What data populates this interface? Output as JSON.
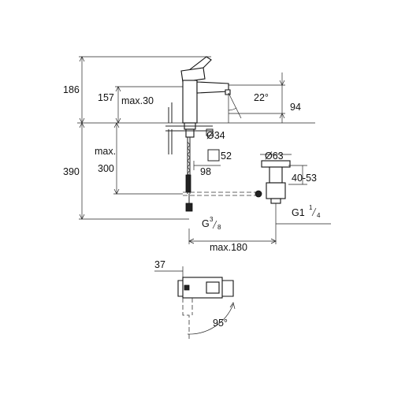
{
  "dimensions": {
    "total_height": "186",
    "spout_height": "157",
    "max_panel": "max.30",
    "spout_angle": "22°",
    "spout_reach": "94",
    "hole_diameter": "Ø34",
    "base_square": "52",
    "base_depth": "98",
    "waste_diameter": "Ø63",
    "waste_range": "40-53",
    "below_counter": "390",
    "max_label": "max.",
    "below_value": "300",
    "connection_prefix": "G",
    "connection_num": "3",
    "connection_den": "8",
    "waste_thread_prefix": "G1",
    "waste_thread_num": "1",
    "waste_thread_den": "4",
    "max_spread": "max.180",
    "lever_offset": "37",
    "lever_angle": "95°"
  },
  "colors": {
    "line": "#222222",
    "background": "#ffffff"
  }
}
